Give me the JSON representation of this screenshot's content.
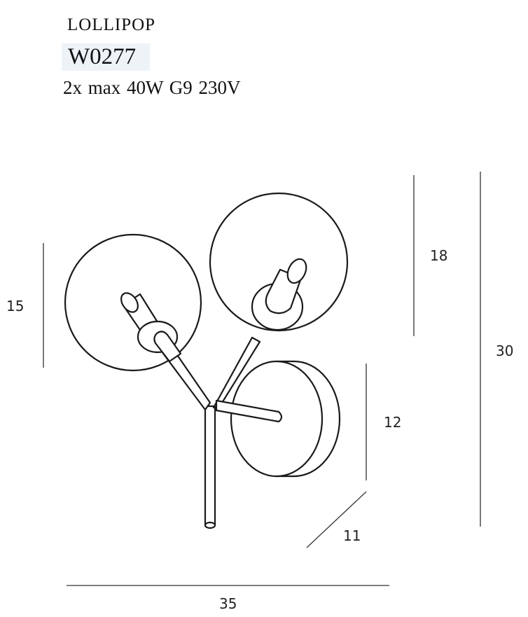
{
  "header": {
    "product_name": "LOLLIPOP",
    "product_code": "W0277",
    "specs": "2x max 40W  G9  230V"
  },
  "dimensions": {
    "left_shade_height": "15",
    "right_shade_height": "18",
    "total_height": "30",
    "wall_plate_height": "12",
    "depth": "11",
    "total_width": "35"
  }
}
